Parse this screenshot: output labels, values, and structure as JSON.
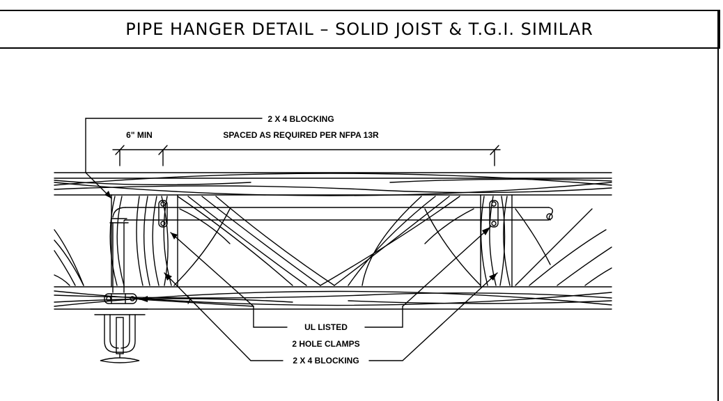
{
  "title": "PIPE HANGER DETAIL – SOLID JOIST & T.G.I. SIMILAR",
  "labels": {
    "blocking_top_line1": "2 X 4 BLOCKING",
    "blocking_top_line2": "SPACED AS REQUIRED PER NFPA 13R",
    "min_dim": "6\" MIN",
    "ul_listed": "UL LISTED",
    "hole_clamps": "2 HOLE CLAMPS",
    "blocking_bottom": "2 X 4 BLOCKING"
  }
}
